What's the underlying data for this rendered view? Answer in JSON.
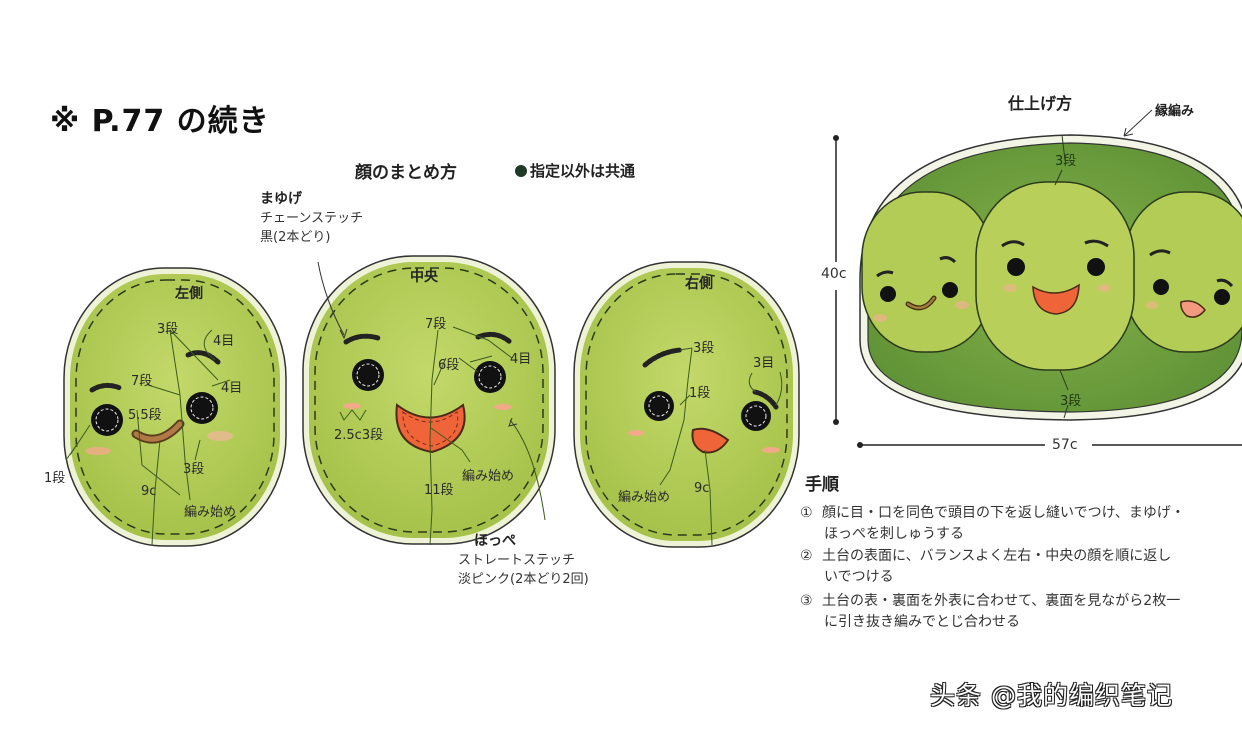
{
  "header": {
    "title": "※ P.77 の続き",
    "subtitle": "顔のまとめ方",
    "note": "指定以外は共通"
  },
  "callouts": {
    "eyebrow": {
      "title": "まゆげ",
      "lines": [
        "チェーンステッチ",
        "黒(2本どり)"
      ]
    },
    "cheek": {
      "title": "ほっぺ",
      "lines": [
        "ストレートステッチ",
        "淡ピンク(2本どり2回)"
      ]
    }
  },
  "faces": [
    {
      "name": "左側",
      "labels": [
        "3段",
        "4目",
        "4目",
        "7段",
        "5.5段",
        "3段",
        "9c",
        "編み始め",
        "1段"
      ]
    },
    {
      "name": "中央",
      "labels": [
        "7段",
        "4目",
        "6段",
        "2.5c3段",
        "編み始め",
        "11段"
      ]
    },
    {
      "name": "右側",
      "labels": [
        "3段",
        "3目",
        "1段",
        "編み始め",
        "9c"
      ]
    }
  ],
  "finish": {
    "title": "仕上げ方",
    "edge_label": "縁編み",
    "top_rows": "3段",
    "bottom_rows": "3段",
    "height": "40c",
    "width": "57c"
  },
  "steps": {
    "title": "手順",
    "items": [
      {
        "num": "①",
        "line1": "顔に目・口を同色で頭目の下を返し縫いでつけ、まゆげ・",
        "line2": "ほっぺを刺しゅうする"
      },
      {
        "num": "②",
        "line1": "土台の表面に、バランスよく左右・中央の顔を順に返し",
        "line2": "いでつける"
      },
      {
        "num": "③",
        "line1": "土台の表・裏面を外表に合わせて、裏面を見ながら2枚一",
        "line2": "に引き抜き編みでとじ合わせる"
      }
    ]
  },
  "watermark": "头条 @我的编织笔记",
  "colors": {
    "face_green": "#a9c44a",
    "base_green": "#6f9f3c",
    "mouth_orange": "#f0643a",
    "mouth_brown": "#a0703a",
    "cheek_pink": "#f2a98a",
    "eye_black": "#111111"
  }
}
